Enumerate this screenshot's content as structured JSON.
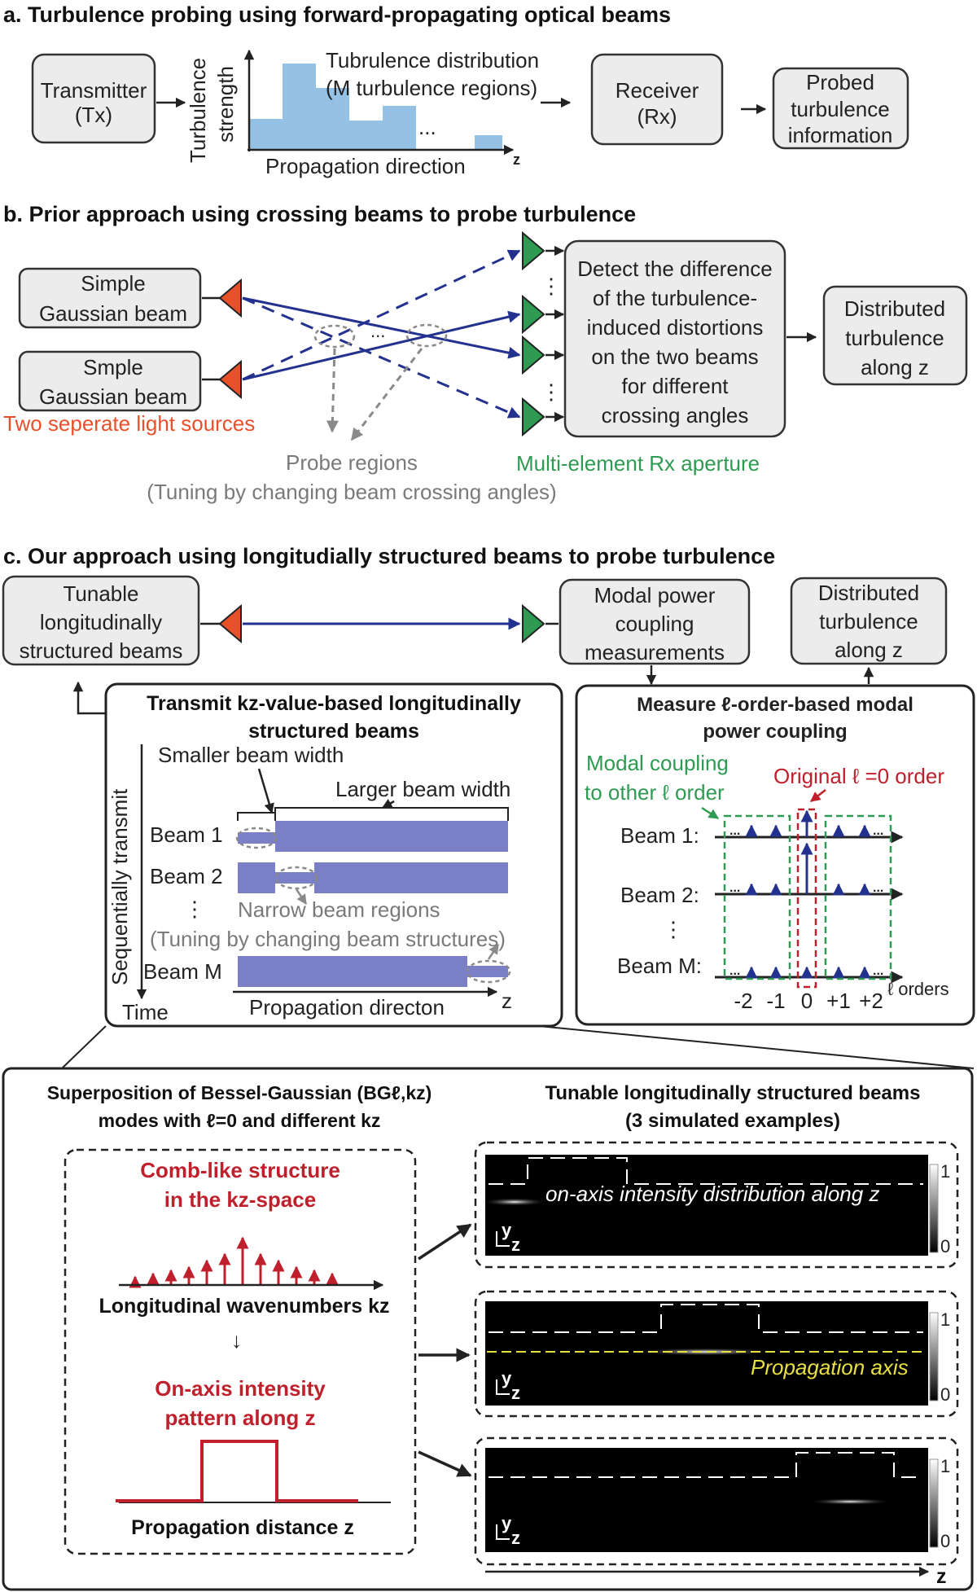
{
  "panel_a": {
    "title": "a. Turbulence probing using forward-propagating optical beams",
    "transmitter": [
      "Transmitter",
      "(Tx)"
    ],
    "y_axis_label": [
      "Turbulence",
      "strength"
    ],
    "distribution_label": [
      "Tubrulence distribution",
      "(M turbulence regions)"
    ],
    "ellipsis": "...",
    "x_axis_label": "Propagation direction",
    "z_label": "z",
    "receiver": [
      "Receiver",
      "(Rx)"
    ],
    "output": [
      "Probed",
      "turbulence",
      "information"
    ],
    "bar_color": "#94c1e4"
  },
  "panel_b": {
    "title": "b. Prior approach using crossing beams to probe turbulence",
    "source1": [
      "Simple",
      "Gaussian beam"
    ],
    "source2": [
      "Smple",
      "Gaussian beam"
    ],
    "sources_caption": "Two seperate light sources",
    "dots": "...",
    "vdots": "⋮",
    "detect": [
      "Detect the difference",
      "of the turbulence-",
      "induced distortions",
      "on the two beams",
      "for different",
      "crossing angles"
    ],
    "output": [
      "Distributed",
      "turbulence",
      "along z"
    ],
    "probe_regions": "Probe regions",
    "tuning": "(Tuning by changing beam crossing angles)",
    "rx_caption": "Multi-element Rx aperture",
    "tx_color": "#e8502a",
    "rx_color": "#2e9a52",
    "beam_color": "#23318f"
  },
  "panel_c": {
    "title": "c. Our approach using longitudially structured beams to probe turbulence",
    "tx_box": [
      "Tunable",
      "longitudinally",
      "structured beams"
    ],
    "coupling_box": [
      "Modal power",
      "coupling",
      "measurements"
    ],
    "output_box": [
      "Distributed",
      "turbulence",
      "along z"
    ],
    "left_panel": {
      "title": [
        "Transmit kz-value-based longitudinally",
        "structured beams"
      ],
      "smaller": "Smaller beam width",
      "larger": "Larger beam width",
      "beam1": "Beam 1",
      "beam2": "Beam 2",
      "beamM": "Beam M",
      "vdots": "⋮",
      "narrow": "Narrow beam regions",
      "tuning": "(Tuning by changing beam structures)",
      "axis_label": "Propagation directon",
      "z": "z",
      "seq": "Sequentially transmit",
      "time": "Time",
      "beam_fill": "#7b80c6"
    },
    "right_panel": {
      "title": [
        "Measure ℓ-order-based modal",
        "power coupling"
      ],
      "modal_coupling": [
        "Modal coupling",
        "to other ℓ order"
      ],
      "original": "Original ℓ =0 order",
      "beam1": "Beam 1:",
      "beam2": "Beam 2:",
      "beamM": "Beam M:",
      "vdots": "⋮",
      "dots": "...",
      "orders": [
        "-2",
        "-1",
        "0",
        "+1",
        "+2"
      ],
      "orders_label": "ℓ orders"
    }
  },
  "panel_d": {
    "left_title": [
      "Superposition of Bessel-Gaussian (BGℓ,kz)",
      "modes with ℓ=0 and different kz"
    ],
    "comb": [
      "Comb-like structure",
      "in the kz-space"
    ],
    "kz_label": "Longitudinal wavenumbers kz",
    "arrow": "↓",
    "onaxis": [
      "On-axis intensity",
      "pattern along z"
    ],
    "prop_distance": "Propagation distance z",
    "right_title": [
      "Tunable longitudinally structured beams",
      "(3 simulated examples)"
    ],
    "example1_label": "on-axis intensity distribution along z",
    "example2_label": "Propagation axis",
    "y": "y",
    "z": "z",
    "cb_max": "1",
    "cb_min": "0",
    "bottom_z": "z"
  }
}
